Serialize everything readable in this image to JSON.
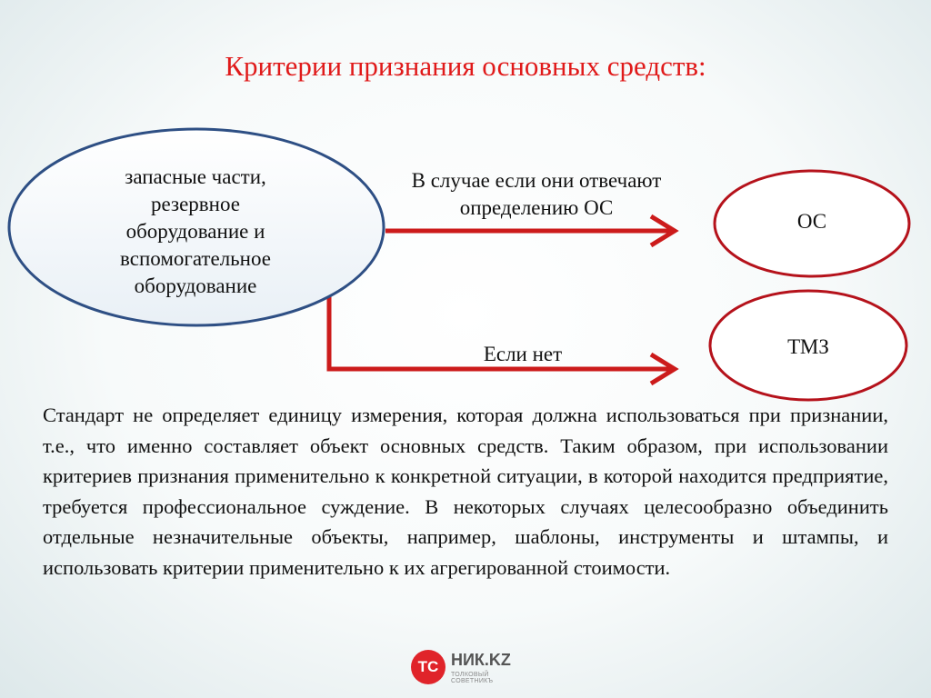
{
  "title": "Критерии признания основных средств:",
  "nodes": {
    "source": {
      "lines": [
        "запасные части,",
        "резервное",
        "оборудование и",
        "вспомогательное",
        "оборудование"
      ]
    },
    "os": {
      "label": "ОС"
    },
    "tmz": {
      "label": "ТМЗ"
    }
  },
  "edges": {
    "to_os": {
      "lines": [
        "В случае если они отвечают",
        "определению ОС"
      ]
    },
    "to_tmz": {
      "label": "Если нет"
    }
  },
  "body": "Стандарт не определяет единицу измерения, которая должна использоваться при признании, т.е., что именно составляет объект основных средств. Таким образом, при использовании критериев признания применительно к конкретной ситуации, в которой находится предприятие, требуется профессиональное суждение. В некоторых случаях целесообразно объединить отдельные незначительные объекты, например, шаблоны, инструменты и штампы, и использовать критерии применительно к их агрегированной стоимости.",
  "logo": {
    "badge": "ТС",
    "name": "НИК.KZ",
    "tagline": "ТОЛКОВЫЙ СОВЕТНИКЪ"
  },
  "colors": {
    "title": "#e01a1a",
    "source_border": "#2e4f84",
    "source_fill": "#f4f8fb",
    "target_border": "#b5121b",
    "arrow": "#cc1b1b"
  }
}
